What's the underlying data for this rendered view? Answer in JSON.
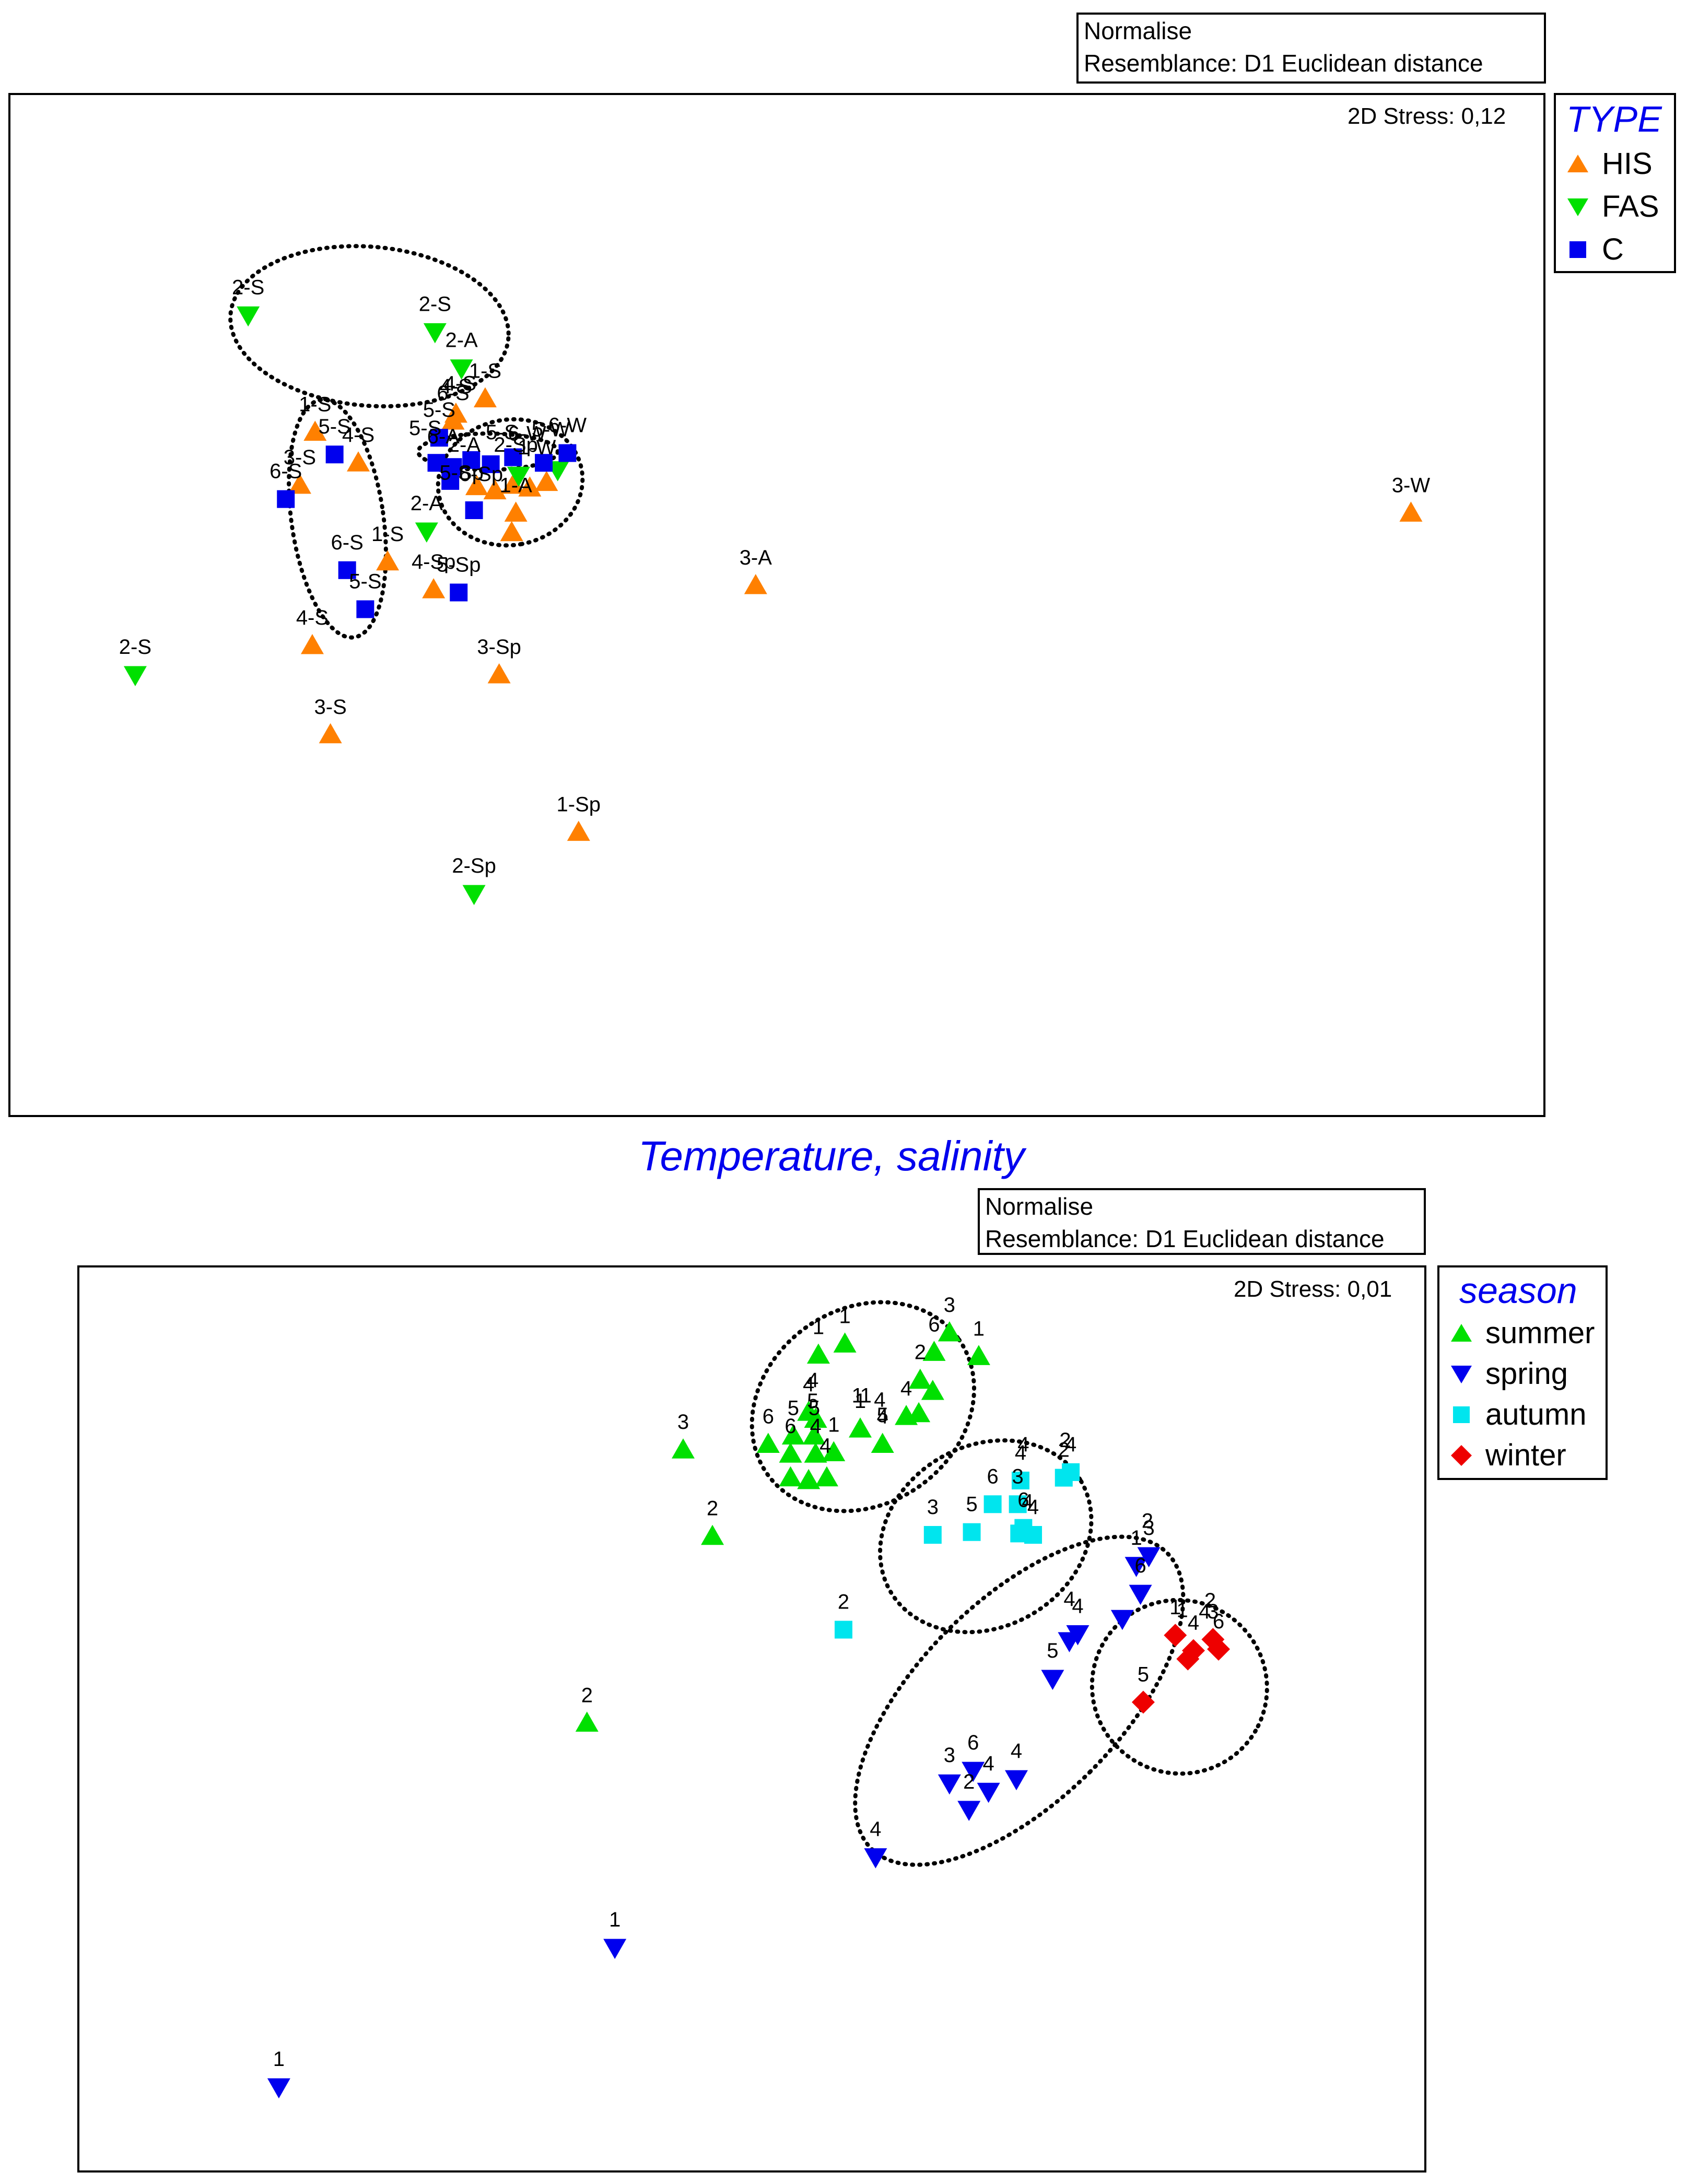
{
  "chart_data": [
    {
      "type": "scatter",
      "title": "",
      "note_lines": [
        "Normalise",
        "Resemblance: D1 Euclidean distance"
      ],
      "stress": "2D Stress: 0,12",
      "legend_title": "TYPE",
      "grid": false,
      "legend_position": "right",
      "xlim": [
        0,
        1100
      ],
      "ylim": [
        0,
        730
      ],
      "series": [
        {
          "name": "HIS",
          "marker": "triangle-up",
          "color": "#ff8000",
          "points": [
            {
              "x": 348,
              "y": 286,
              "label": "1-S"
            },
            {
              "x": 327,
              "y": 297,
              "label": "4-S"
            },
            {
              "x": 325,
              "y": 302,
              "label": "6-S"
            },
            {
              "x": 226,
              "y": 310,
              "label": "1-S"
            },
            {
              "x": 257,
              "y": 332,
              "label": "4-S"
            },
            {
              "x": 215,
              "y": 348,
              "label": "3-S"
            },
            {
              "x": 342,
              "y": 349,
              "label": ""
            },
            {
              "x": 355,
              "y": 352,
              "label": ""
            },
            {
              "x": 368,
              "y": 348,
              "label": ""
            },
            {
              "x": 380,
              "y": 350,
              "label": ""
            },
            {
              "x": 392,
              "y": 346,
              "label": ""
            },
            {
              "x": 370,
              "y": 368,
              "label": "1-A"
            },
            {
              "x": 367,
              "y": 382,
              "label": ""
            },
            {
              "x": 278,
              "y": 403,
              "label": "1-S"
            },
            {
              "x": 311,
              "y": 423,
              "label": "4-Sp"
            },
            {
              "x": 224,
              "y": 463,
              "label": "4-S"
            },
            {
              "x": 358,
              "y": 484,
              "label": "3-Sp"
            },
            {
              "x": 237,
              "y": 527,
              "label": "3-S"
            },
            {
              "x": 542,
              "y": 420,
              "label": "3-A"
            },
            {
              "x": 1012,
              "y": 368,
              "label": "3-W"
            },
            {
              "x": 415,
              "y": 597,
              "label": "1-Sp"
            }
          ]
        },
        {
          "name": "FAS",
          "marker": "triangle-down",
          "color": "#00e000",
          "points": [
            {
              "x": 178,
              "y": 226,
              "label": "2-S"
            },
            {
              "x": 312,
              "y": 238,
              "label": "2-S"
            },
            {
              "x": 331,
              "y": 264,
              "label": "2-A"
            },
            {
              "x": 372,
              "y": 341,
              "label": ""
            },
            {
              "x": 400,
              "y": 337,
              "label": ""
            },
            {
              "x": 306,
              "y": 381,
              "label": "2-A"
            },
            {
              "x": 97,
              "y": 484,
              "label": "2-S"
            },
            {
              "x": 340,
              "y": 641,
              "label": "2-Sp"
            }
          ]
        },
        {
          "name": "C",
          "marker": "square",
          "color": "#0000ee",
          "points": [
            {
              "x": 315,
              "y": 314,
              "label": "5-S"
            },
            {
              "x": 240,
              "y": 326,
              "label": "5-S"
            },
            {
              "x": 205,
              "y": 358,
              "label": "6-S"
            },
            {
              "x": 313,
              "y": 332,
              "label": ""
            },
            {
              "x": 325,
              "y": 335,
              "label": ""
            },
            {
              "x": 338,
              "y": 330,
              "label": ""
            },
            {
              "x": 352,
              "y": 333,
              "label": ""
            },
            {
              "x": 368,
              "y": 328,
              "label": ""
            },
            {
              "x": 390,
              "y": 332,
              "label": ""
            },
            {
              "x": 407,
              "y": 325,
              "label": "6-W"
            },
            {
              "x": 323,
              "y": 345,
              "label": ""
            },
            {
              "x": 340,
              "y": 366,
              "label": ""
            },
            {
              "x": 249,
              "y": 409,
              "label": "6-S"
            },
            {
              "x": 262,
              "y": 437,
              "label": "5-S"
            },
            {
              "x": 329,
              "y": 425,
              "label": "5-Sp"
            }
          ]
        }
      ],
      "annotations": [
        {
          "x": 305,
          "y": 312,
          "label": "5-S"
        },
        {
          "x": 330,
          "y": 280,
          "label": "4-S"
        },
        {
          "x": 318,
          "y": 318,
          "label": "6-A"
        },
        {
          "x": 333,
          "y": 324,
          "label": "2-A"
        },
        {
          "x": 360,
          "y": 315,
          "label": "5-S"
        },
        {
          "x": 378,
          "y": 316,
          "label": "6-W"
        },
        {
          "x": 395,
          "y": 313,
          "label": "5-W"
        },
        {
          "x": 331,
          "y": 344,
          "label": "5-Sp"
        },
        {
          "x": 345,
          "y": 345,
          "label": "6-Sp"
        },
        {
          "x": 370,
          "y": 324,
          "label": "2-Sp"
        },
        {
          "x": 385,
          "y": 326,
          "label": "1-W"
        }
      ],
      "clusters": [
        {
          "cx": 265,
          "cy": 234,
          "rx": 100,
          "ry": 57,
          "rot": 5
        },
        {
          "cx": 242,
          "cy": 372,
          "rx": 33,
          "ry": 86,
          "rot": -8
        },
        {
          "cx": 366,
          "cy": 346,
          "rx": 45,
          "ry": 52,
          "rot": 80
        },
        {
          "cx": 350,
          "cy": 324,
          "rx": 50,
          "ry": 13,
          "rot": 0
        }
      ]
    },
    {
      "type": "scatter",
      "title": "Temperature, salinity",
      "note_lines": [
        "Normalise",
        "Resemblance: D1 Euclidean distance"
      ],
      "stress": "2D Stress: 0,01",
      "legend_title": "season",
      "grid": false,
      "legend_position": "right",
      "xlim": [
        0,
        1100
      ],
      "ylim": [
        0,
        730
      ],
      "series": [
        {
          "name": "summer",
          "marker": "triangle-up",
          "color": "#00e000",
          "points": [
            {
              "x": 587,
              "y": 972,
              "label": "1"
            },
            {
              "x": 606,
              "y": 964,
              "label": "1"
            },
            {
              "x": 681,
              "y": 956,
              "label": "3"
            },
            {
              "x": 702,
              "y": 973,
              "label": "1"
            },
            {
              "x": 670,
              "y": 970,
              "label": "6"
            },
            {
              "x": 660,
              "y": 990,
              "label": "2"
            },
            {
              "x": 669,
              "y": 998,
              "label": ""
            },
            {
              "x": 650,
              "y": 1016,
              "label": "4"
            },
            {
              "x": 659,
              "y": 1014,
              "label": ""
            },
            {
              "x": 580,
              "y": 1013,
              "label": "4"
            },
            {
              "x": 585,
              "y": 1018,
              "label": ""
            },
            {
              "x": 569,
              "y": 1030,
              "label": "5"
            },
            {
              "x": 584,
              "y": 1030,
              "label": "5"
            },
            {
              "x": 551,
              "y": 1036,
              "label": "6"
            },
            {
              "x": 567,
              "y": 1043,
              "label": "6"
            },
            {
              "x": 585,
              "y": 1043,
              "label": "4"
            },
            {
              "x": 598,
              "y": 1042,
              "label": "1"
            },
            {
              "x": 617,
              "y": 1025,
              "label": "1"
            },
            {
              "x": 633,
              "y": 1036,
              "label": "4"
            },
            {
              "x": 567,
              "y": 1060,
              "label": ""
            },
            {
              "x": 580,
              "y": 1062,
              "label": ""
            },
            {
              "x": 593,
              "y": 1060,
              "label": ""
            },
            {
              "x": 490,
              "y": 1040,
              "label": "3"
            },
            {
              "x": 511,
              "y": 1102,
              "label": "2"
            },
            {
              "x": 421,
              "y": 1236,
              "label": "2"
            }
          ]
        },
        {
          "name": "spring",
          "marker": "triangle-down",
          "color": "#0000ee",
          "points": [
            {
              "x": 815,
              "y": 1123,
              "label": "1"
            },
            {
              "x": 824,
              "y": 1116,
              "label": "3"
            },
            {
              "x": 818,
              "y": 1143,
              "label": "6"
            },
            {
              "x": 805,
              "y": 1161,
              "label": ""
            },
            {
              "x": 773,
              "y": 1172,
              "label": "4"
            },
            {
              "x": 767,
              "y": 1177,
              "label": ""
            },
            {
              "x": 755,
              "y": 1204,
              "label": "5"
            },
            {
              "x": 681,
              "y": 1279,
              "label": "3"
            },
            {
              "x": 698,
              "y": 1270,
              "label": "6"
            },
            {
              "x": 709,
              "y": 1285,
              "label": "4"
            },
            {
              "x": 695,
              "y": 1298,
              "label": "2"
            },
            {
              "x": 729,
              "y": 1276,
              "label": "4"
            },
            {
              "x": 628,
              "y": 1332,
              "label": "4"
            },
            {
              "x": 441,
              "y": 1397,
              "label": "1"
            },
            {
              "x": 200,
              "y": 1497,
              "label": "1"
            }
          ]
        },
        {
          "name": "autumn",
          "marker": "square",
          "color": "#00e5ee",
          "points": [
            {
              "x": 732,
              "y": 1062,
              "label": "4"
            },
            {
              "x": 763,
              "y": 1060,
              "label": "2"
            },
            {
              "x": 768,
              "y": 1056,
              "label": "4"
            },
            {
              "x": 712,
              "y": 1079,
              "label": "6"
            },
            {
              "x": 730,
              "y": 1079,
              "label": "3"
            },
            {
              "x": 734,
              "y": 1096,
              "label": "6"
            },
            {
              "x": 741,
              "y": 1101,
              "label": "4"
            },
            {
              "x": 697,
              "y": 1099,
              "label": "5"
            },
            {
              "x": 669,
              "y": 1101,
              "label": "3"
            },
            {
              "x": 731,
              "y": 1100,
              "label": ""
            },
            {
              "x": 605,
              "y": 1169,
              "label": "2"
            }
          ]
        },
        {
          "name": "winter",
          "marker": "diamond",
          "color": "#ee0000",
          "points": [
            {
              "x": 843,
              "y": 1173,
              "label": "1"
            },
            {
              "x": 856,
              "y": 1184,
              "label": "4"
            },
            {
              "x": 852,
              "y": 1190,
              "label": ""
            },
            {
              "x": 870,
              "y": 1176,
              "label": "3"
            },
            {
              "x": 874,
              "y": 1183,
              "label": "6"
            },
            {
              "x": 820,
              "y": 1221,
              "label": "5"
            }
          ]
        }
      ],
      "annotations": [
        {
          "x": 848,
          "y": 1160,
          "label": "1"
        },
        {
          "x": 864,
          "y": 1161,
          "label": "4"
        },
        {
          "x": 868,
          "y": 1153,
          "label": "2"
        },
        {
          "x": 583,
          "y": 995,
          "label": "4"
        },
        {
          "x": 621,
          "y": 1006,
          "label": "1"
        },
        {
          "x": 631,
          "y": 1009,
          "label": "4"
        },
        {
          "x": 615,
          "y": 1006,
          "label": "1"
        },
        {
          "x": 633,
          "y": 1020,
          "label": "5"
        },
        {
          "x": 592,
          "y": 1042,
          "label": "4"
        },
        {
          "x": 583,
          "y": 1010,
          "label": "5"
        },
        {
          "x": 737,
          "y": 1082,
          "label": "4"
        },
        {
          "x": 767,
          "y": 1152,
          "label": "4"
        },
        {
          "x": 823,
          "y": 1096,
          "label": "2"
        },
        {
          "x": 734,
          "y": 1041,
          "label": "4"
        },
        {
          "x": 764,
          "y": 1038,
          "label": "2"
        }
      ],
      "clusters": [
        {
          "cx": 619,
          "cy": 1009,
          "rx": 84,
          "ry": 70,
          "rot": -35
        },
        {
          "cx": 707,
          "cy": 1102,
          "rx": 79,
          "ry": 65,
          "rot": -30
        },
        {
          "cx": 731,
          "cy": 1220,
          "rx": 72,
          "ry": 150,
          "rot": 45
        },
        {
          "cx": 846,
          "cy": 1210,
          "rx": 63,
          "ry": 62,
          "rot": 30
        }
      ]
    }
  ]
}
